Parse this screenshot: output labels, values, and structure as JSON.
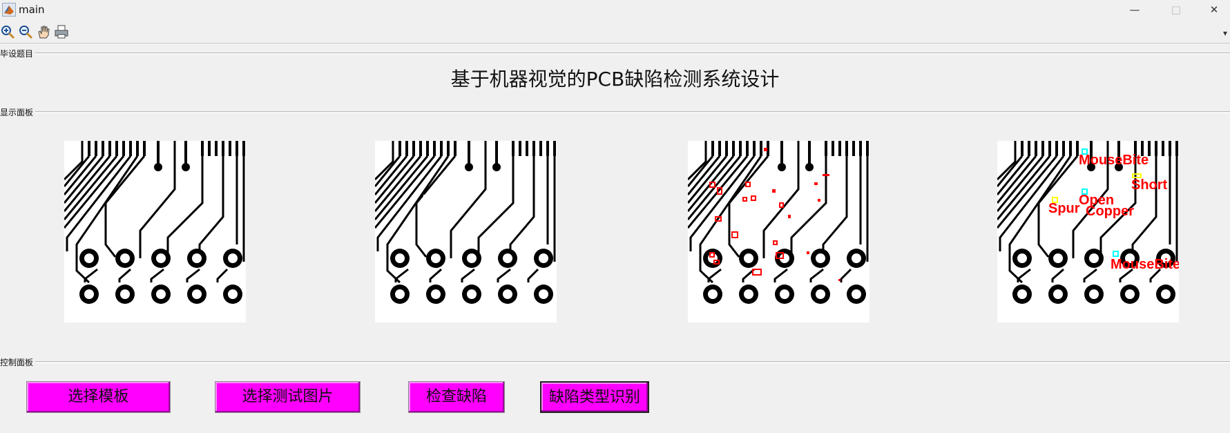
{
  "window": {
    "title": "main",
    "minimize_icon": "minimize-icon",
    "maximize_icon": "maximize-icon",
    "close_icon": "close-icon"
  },
  "toolbar": {
    "tools": [
      "zoom-in-icon",
      "zoom-out-icon",
      "pan-hand-icon",
      "print-icon"
    ]
  },
  "panels": {
    "topic": "毕设题目",
    "display": "显示面板",
    "control": "控制面板"
  },
  "heading": "基于机器视觉的PCB缺陷检测系统设计",
  "images": [
    "template-image",
    "test-image",
    "defect-check-image",
    "defect-type-image"
  ],
  "defect_labels": [
    "MouseBite",
    "Short",
    "Open",
    "Spur",
    "Copper",
    "MouseBite"
  ],
  "colors": {
    "button": "#ff00ff",
    "defect": "#ff0000",
    "marker_cyan": "#00ffff",
    "marker_yellow": "#ffff00"
  },
  "buttons": {
    "select_template": "选择模板",
    "select_test": "选择测试图片",
    "check_defect": "检查缺陷",
    "identify_type": "缺陷类型识别"
  }
}
